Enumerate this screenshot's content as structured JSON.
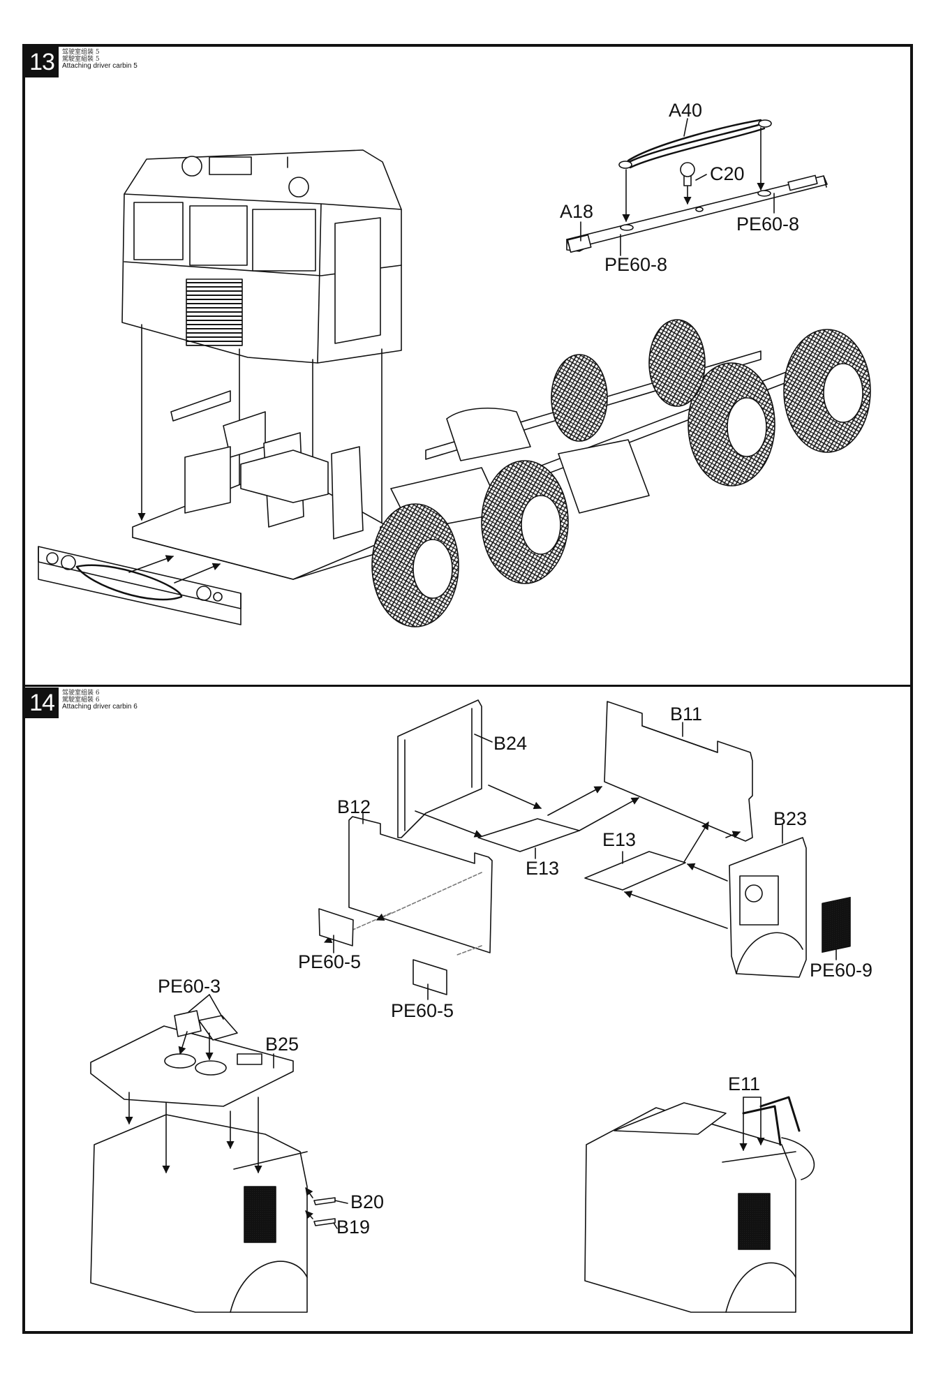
{
  "steps": [
    {
      "number": "13",
      "title_cn_simplified": "驾驶室组装 5",
      "title_cn_traditional": "駕駛室組裝 5",
      "title_en": "Attaching driver carbin 5",
      "part_labels": [
        "A40",
        "C20",
        "A18",
        "PE60-8",
        "PE60-8"
      ]
    },
    {
      "number": "14",
      "title_cn_simplified": "驾驶室组装 6",
      "title_cn_traditional": "駕駛室組裝 6",
      "title_en": "Attaching driver carbin 6",
      "part_labels": [
        "B24",
        "B11",
        "B12",
        "B23",
        "E13",
        "E13",
        "PE60-5",
        "PE60-5",
        "PE60-9",
        "PE60-3",
        "B25",
        "B20",
        "B19",
        "E11"
      ]
    }
  ],
  "colors": {
    "ink": "#111111",
    "paper": "#ffffff"
  }
}
